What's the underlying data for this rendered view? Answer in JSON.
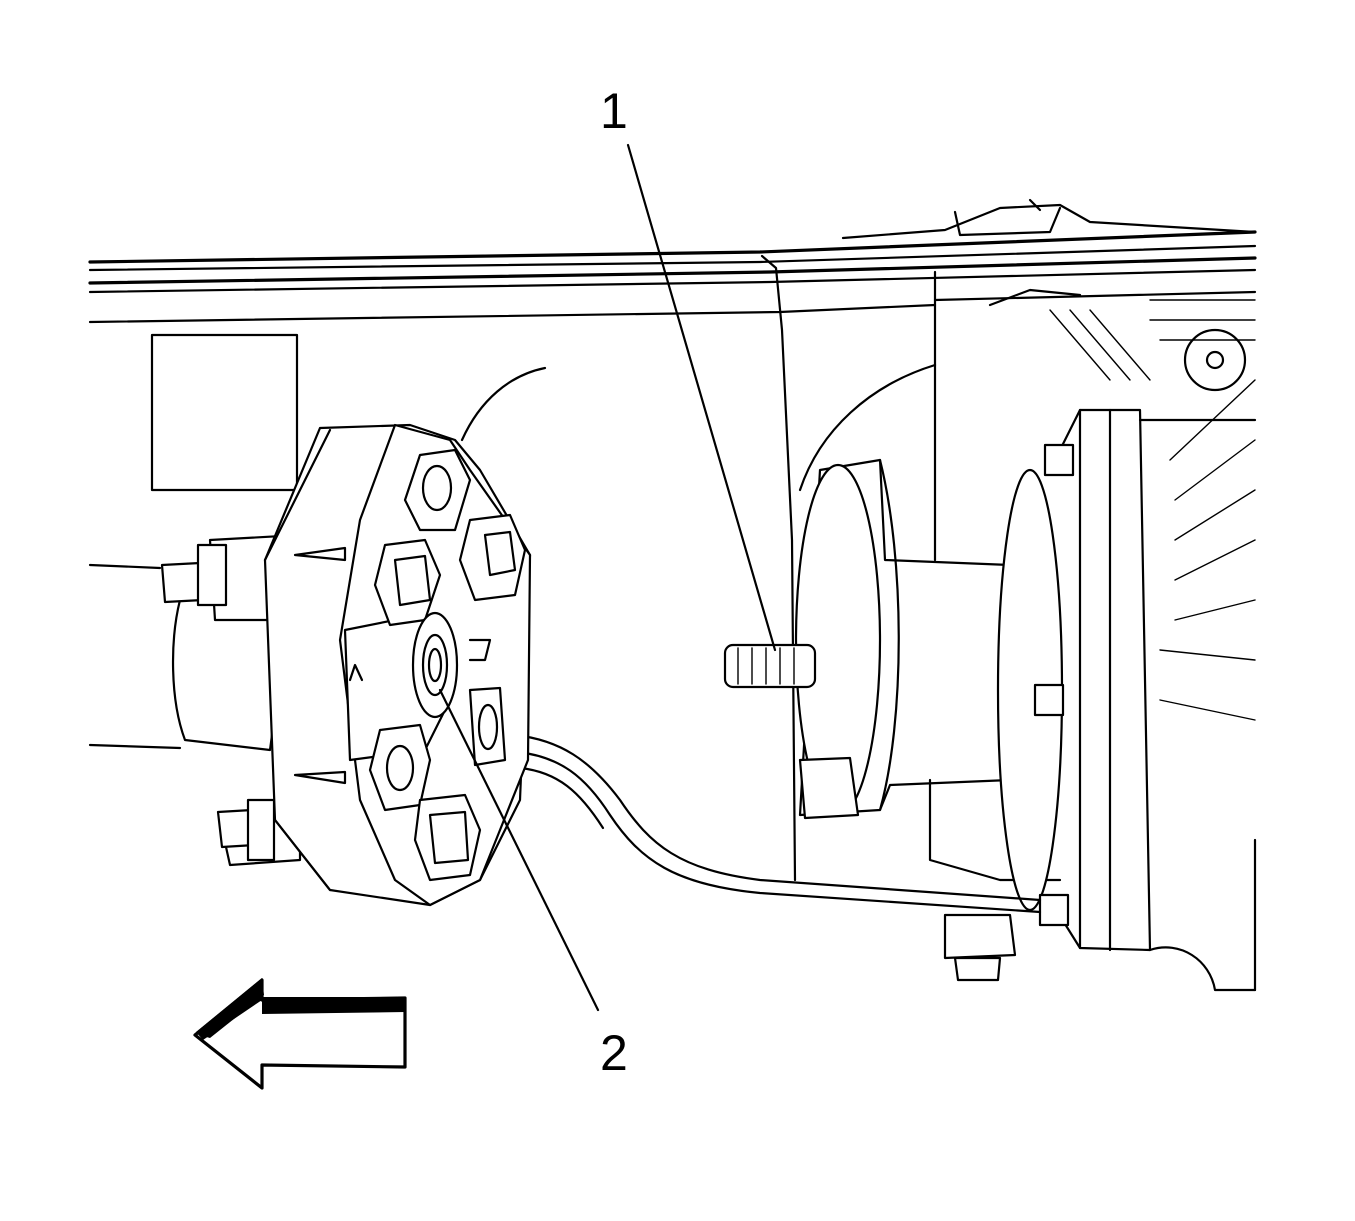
{
  "callouts": [
    {
      "id": "1",
      "label": "1"
    },
    {
      "id": "2",
      "label": "2"
    }
  ],
  "direction_arrow_icon": "arrow-left-icon",
  "colors": {
    "line": "#000000",
    "background": "#ffffff"
  }
}
